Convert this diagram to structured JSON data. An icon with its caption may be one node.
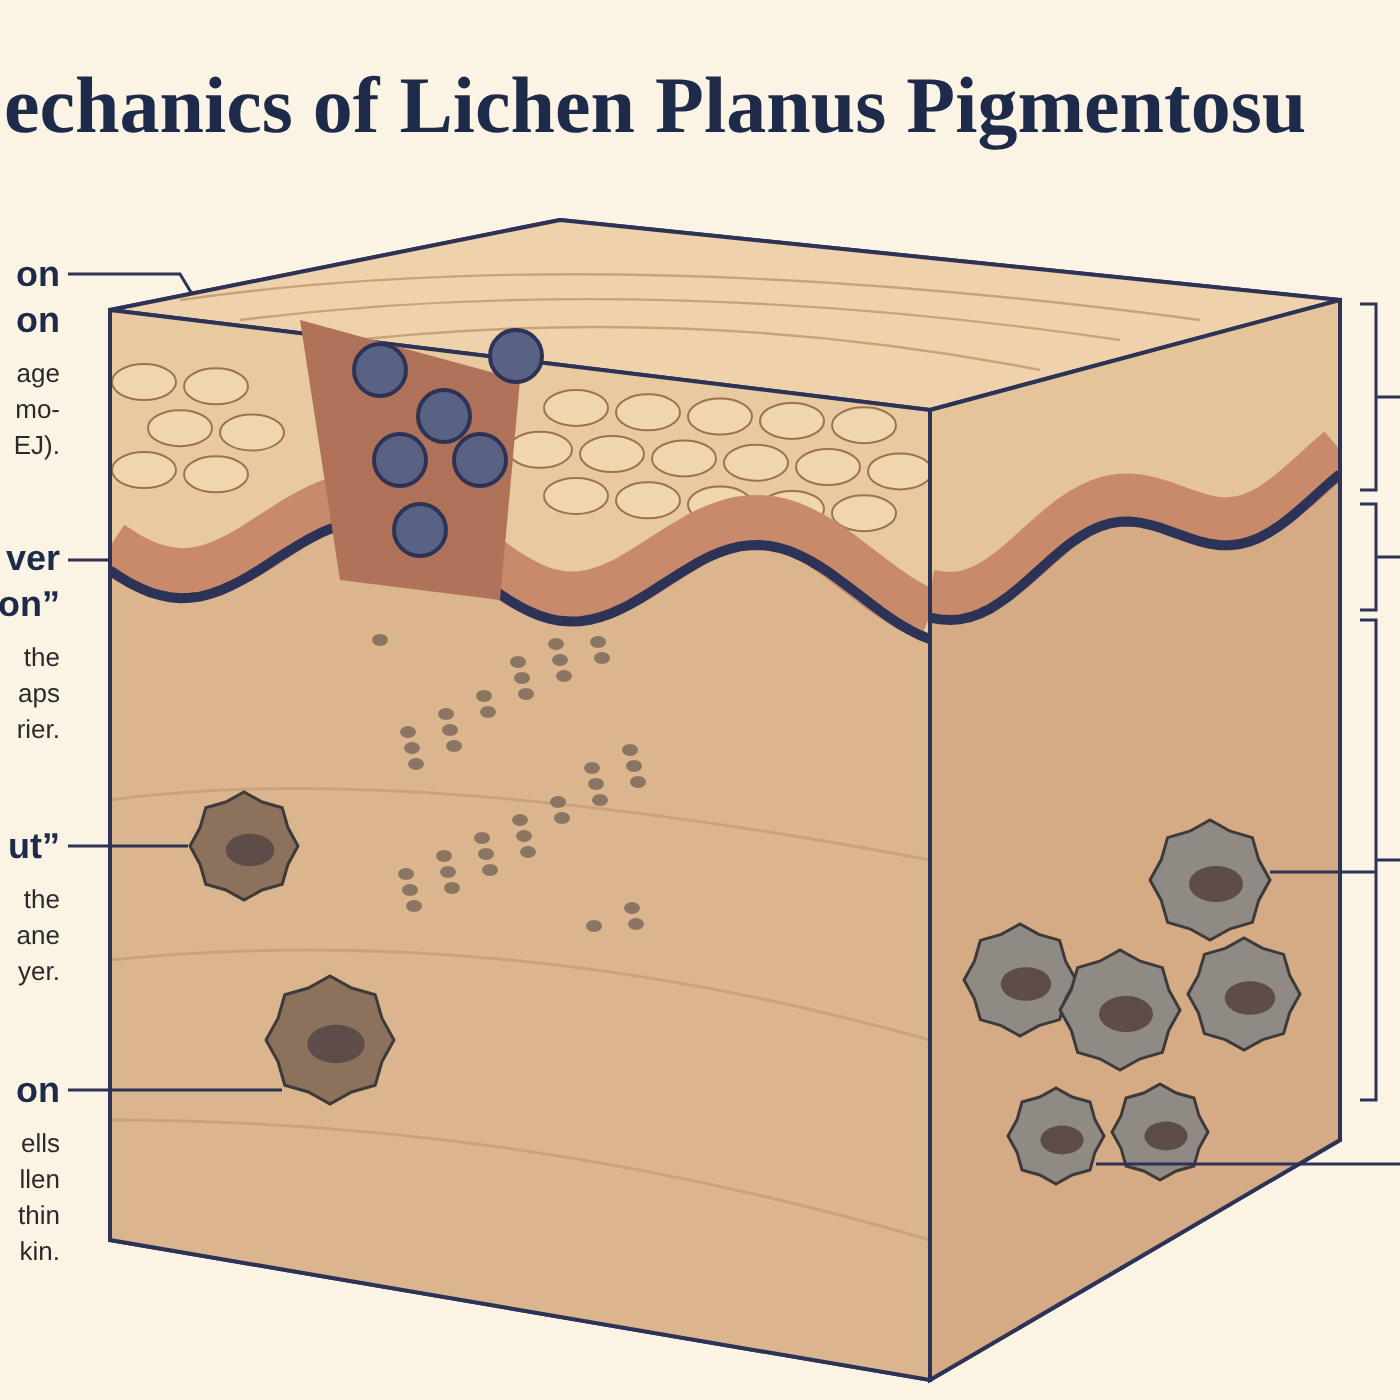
{
  "diagram": {
    "title": "echanics of Lichen Planus Pigmentosu",
    "nodes": [
      {
        "text": [
          "on on",
          "age mo- EJ)."
        ]
      },
      {
        "text": [
          "ver on”",
          "the aps rier."
        ]
      },
      {
        "text": [
          "ut”",
          "the ane yer."
        ]
      },
      {
        "text": [
          "on",
          "ells llen thin kin."
        ]
      },
      {
        "text": [],
        "shape": "picture"
      },
      {
        "text": [],
        "shape": "picture",
        "in": 4
      },
      {
        "text": [],
        "shape": "picture",
        "in": 4
      },
      {
        "text": [],
        "shape": "picture",
        "in": 4
      },
      {
        "text": [],
        "shape": "picture",
        "in": 4
      },
      {
        "text": [],
        "shape": "picture",
        "in": 4
      },
      {
        "text": [],
        "shape": "bracket"
      },
      {
        "text": [],
        "shape": "bracket"
      },
      {
        "text": [],
        "shape": "bracket"
      }
    ],
    "edges": [
      {
        "from": 0,
        "to": 4,
        "arrow": "none"
      },
      {
        "from": 1,
        "to": 4,
        "arrow": "none"
      },
      {
        "from": 2,
        "to": 6,
        "arrow": "none"
      },
      {
        "from": 3,
        "to": 7,
        "arrow": "none"
      },
      {
        "from": 12,
        "to": 8,
        "arrow": "none"
      },
      {
        "from": null,
        "to": 9,
        "arrow": "none"
      }
    ]
  }
}
